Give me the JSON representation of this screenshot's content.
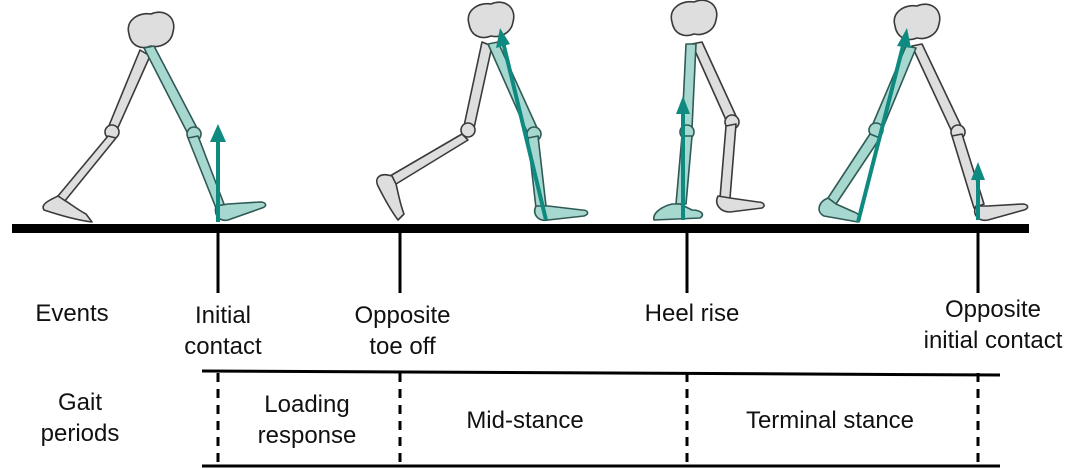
{
  "colors": {
    "limb_highlight": "#a7d8d0",
    "force_vector": "#0f8a80",
    "bone": "#dedede",
    "line": "#000000"
  },
  "row_labels": {
    "events": "Events",
    "gait_periods": "Gait\nperiods"
  },
  "events": [
    {
      "label": "Initial\ncontact"
    },
    {
      "label": "Opposite\ntoe off"
    },
    {
      "label": "Heel rise"
    },
    {
      "label": "Opposite\ninitial contact"
    }
  ],
  "periods": [
    {
      "label": "Loading\nresponse"
    },
    {
      "label": "Mid-stance"
    },
    {
      "label": "Terminal stance"
    }
  ],
  "figures": [
    {
      "name": "skeleton-initial-contact",
      "vector_direction": "up"
    },
    {
      "name": "skeleton-opposite-toe-off",
      "vector_direction": "up"
    },
    {
      "name": "skeleton-heel-rise",
      "vector_direction": "up"
    },
    {
      "name": "skeleton-opposite-initial-contact",
      "vector_direction": "up"
    }
  ]
}
